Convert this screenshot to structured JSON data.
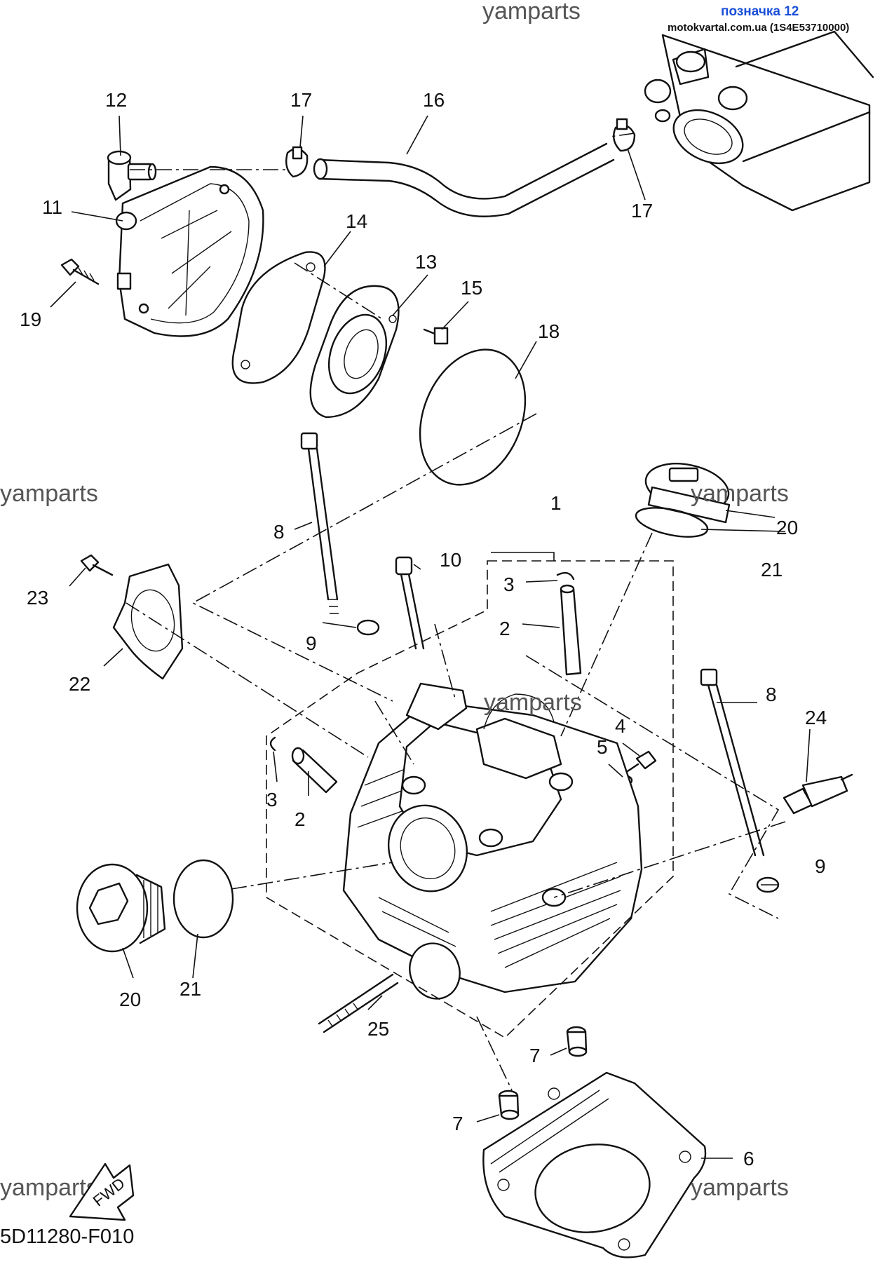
{
  "header": {
    "tag": "позначка 12",
    "site": "motokvartal.com.ua (1S4E53710000)"
  },
  "watermarks": [
    "yamparts",
    "yamparts",
    "yamparts",
    "yamparts",
    "yamparts",
    "yamparts"
  ],
  "diagram_code": "5D11280-F010",
  "fwd_label": "FWD",
  "callouts": {
    "c1": "1",
    "c2a": "2",
    "c2b": "2",
    "c3a": "3",
    "c3b": "3",
    "c4": "4",
    "c5": "5",
    "c6": "6",
    "c7a": "7",
    "c7b": "7",
    "c8a": "8",
    "c8b": "8",
    "c9a": "9",
    "c9b": "9",
    "c10": "10",
    "c11": "11",
    "c12": "12",
    "c13": "13",
    "c14": "14",
    "c15": "15",
    "c16": "16",
    "c17a": "17",
    "c17b": "17",
    "c18": "18",
    "c19": "19",
    "c20a": "20",
    "c20b": "20",
    "c21a": "21",
    "c21b": "21",
    "c22": "22",
    "c23": "23",
    "c24": "24",
    "c25": "25"
  }
}
